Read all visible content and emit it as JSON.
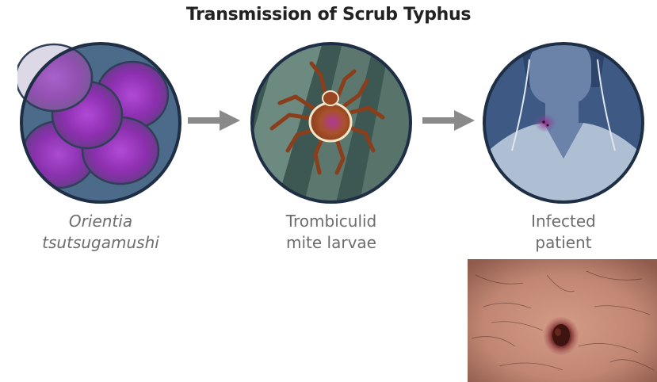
{
  "title": "Transmission of Scrub Typhus",
  "stages": [
    {
      "line1": "Orientia",
      "line2": "tsutsugamushi",
      "italic": true,
      "icon": "bacteria-cells"
    },
    {
      "line1": "Trombiculid",
      "line2": "mite larvae",
      "italic": false,
      "icon": "mite"
    },
    {
      "line1": "Infected",
      "line2": "patient",
      "italic": false,
      "icon": "patient"
    }
  ],
  "arrow_icon": "right-arrow",
  "photo_icon": "skin-eschar-photo",
  "colors": {
    "circle_fill": "#4c6a8a",
    "circle_border": "#1e2e45",
    "cell_purple": "#9333b5",
    "mite_body": "#a8522a",
    "arrow_gray": "#8a8a8a",
    "label_gray": "#6d6d6d"
  }
}
